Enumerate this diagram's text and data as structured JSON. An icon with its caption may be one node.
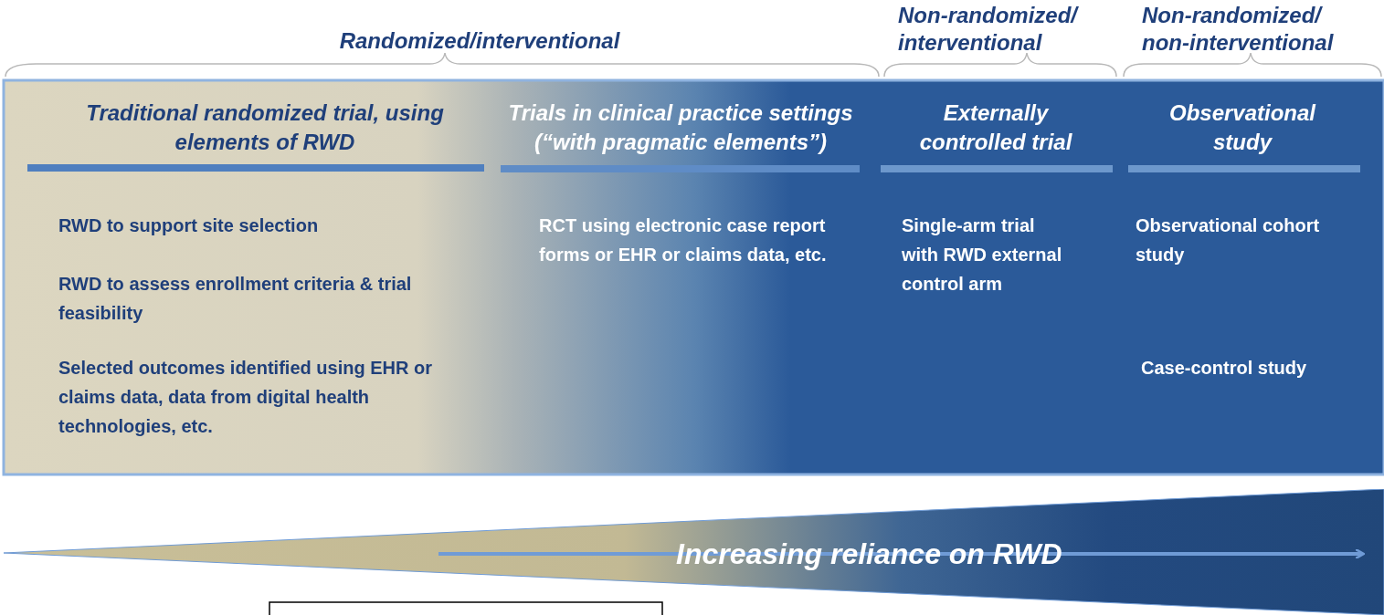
{
  "diagram": {
    "nodes": [
      {
        "text": [
          "Increasing reliance on RWD"
        ]
      }
    ],
    "labels": [
      "Randomized/interventional",
      "Non-randomized/ interventional",
      "Non-randomized/ non-interventional",
      "Traditional randomized trial, using elements of RWD",
      "Trials in clinical practice settings (“with pragmatic elements”)",
      "Externally controlled trial",
      "Observational study",
      "RWD to support site selection",
      "RWD to assess enrollment criteria & trial feasibility",
      "Selected outcomes identified using EHR or claims data, data from digital health technologies, etc.",
      "RCT using electronic case report forms or EHR or claims data, etc.",
      "Single-arm trial with RWD external control arm",
      "Observational cohort study",
      "Case-control study"
    ]
  }
}
